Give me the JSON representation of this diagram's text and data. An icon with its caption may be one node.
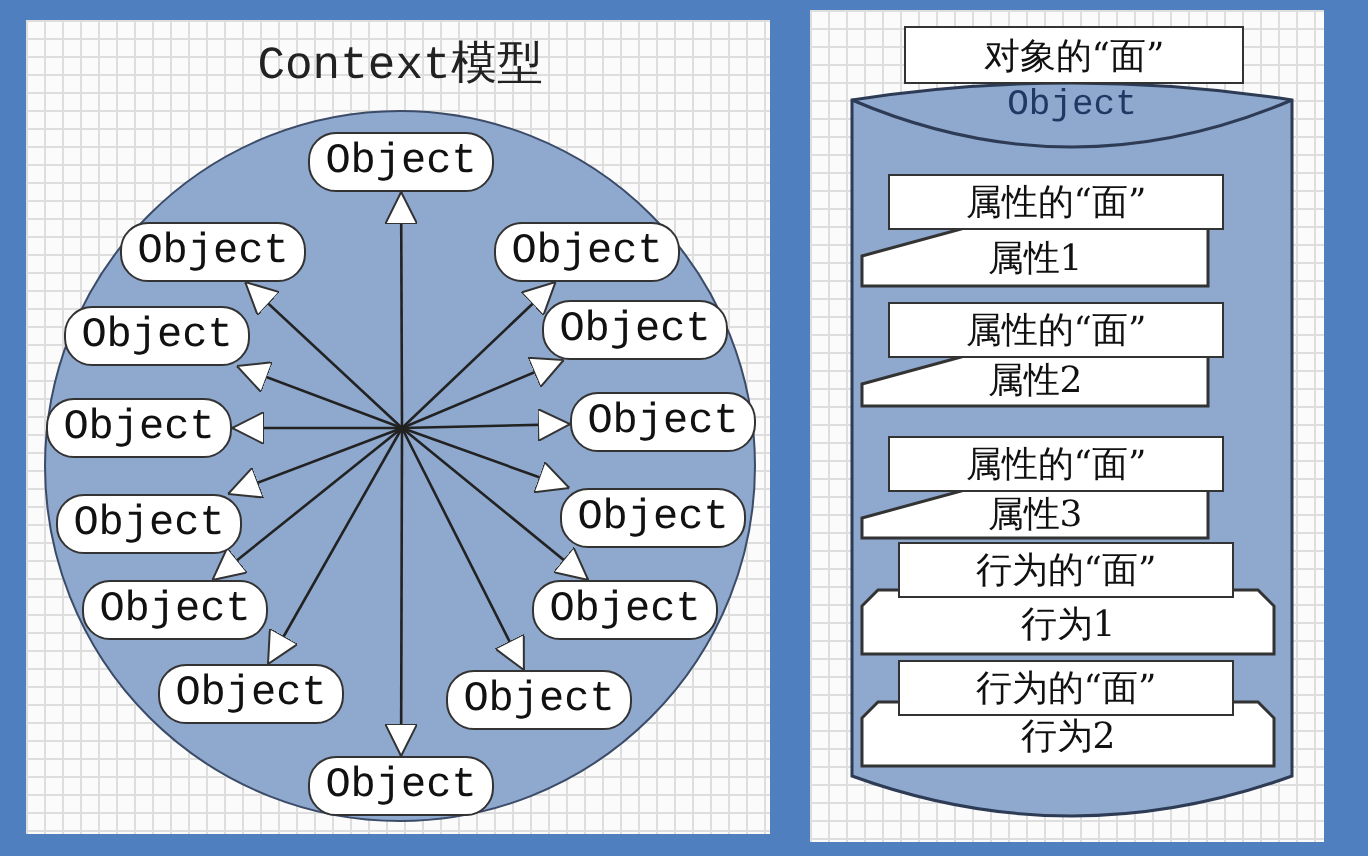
{
  "diagram": {
    "title": "Context模型",
    "nodes": [
      {
        "text": [],
        "shape": "circle"
      },
      {
        "text": [
          "Object"
        ],
        "in": 0
      },
      {
        "text": [
          "Object"
        ],
        "in": 0
      },
      {
        "text": [
          "Object"
        ],
        "in": 0
      },
      {
        "text": [
          "Object"
        ],
        "in": 0
      },
      {
        "text": [
          "Object"
        ],
        "in": 0
      },
      {
        "text": [
          "Object"
        ],
        "in": 0
      },
      {
        "text": [
          "Object"
        ],
        "in": 0
      },
      {
        "text": [
          "Object"
        ],
        "in": 0
      },
      {
        "text": [
          "Object"
        ],
        "in": 0
      },
      {
        "text": [
          "Object"
        ],
        "in": 0
      },
      {
        "text": [
          "Object"
        ],
        "in": 0
      },
      {
        "text": [
          "Object"
        ],
        "in": 0
      },
      {
        "text": [
          "Object"
        ],
        "in": 0
      },
      {
        "text": [
          "Object"
        ],
        "in": 0
      },
      {
        "text": [
          "对象的“面”"
        ]
      },
      {
        "text": [
          "Object"
        ]
      },
      {
        "text": [
          "属性的“面”"
        ],
        "in": 16
      },
      {
        "text": [
          "属性1"
        ],
        "in": 16
      },
      {
        "text": [
          "属性的“面”"
        ],
        "in": 16
      },
      {
        "text": [
          "属性2"
        ],
        "in": 16
      },
      {
        "text": [
          "属性的“面”"
        ],
        "in": 16
      },
      {
        "text": [
          "属性3"
        ],
        "in": 16
      },
      {
        "text": [
          "行为的“面”"
        ],
        "in": 16
      },
      {
        "text": [
          "行为1"
        ],
        "in": 16
      },
      {
        "text": [
          "行为的“面”"
        ],
        "in": 16
      },
      {
        "text": [
          "行为2"
        ],
        "in": 16
      }
    ],
    "edges": [
      {
        "from": null,
        "to": 1,
        "arrow": "to"
      },
      {
        "from": null,
        "to": 2,
        "arrow": "to"
      },
      {
        "from": null,
        "to": 3,
        "arrow": "to"
      },
      {
        "from": null,
        "to": 4,
        "arrow": "to"
      },
      {
        "from": null,
        "to": 5,
        "arrow": "to"
      },
      {
        "from": null,
        "to": 6,
        "arrow": "to"
      },
      {
        "from": null,
        "to": 7,
        "arrow": "to"
      },
      {
        "from": null,
        "to": 8,
        "arrow": "to"
      },
      {
        "from": null,
        "to": 9,
        "arrow": "to"
      },
      {
        "from": null,
        "to": 10,
        "arrow": "to"
      },
      {
        "from": null,
        "to": 11,
        "arrow": "to"
      },
      {
        "from": null,
        "to": 12,
        "arrow": "to"
      },
      {
        "from": null,
        "to": 13,
        "arrow": "to"
      },
      {
        "from": null,
        "to": 14,
        "arrow": "to"
      }
    ]
  }
}
